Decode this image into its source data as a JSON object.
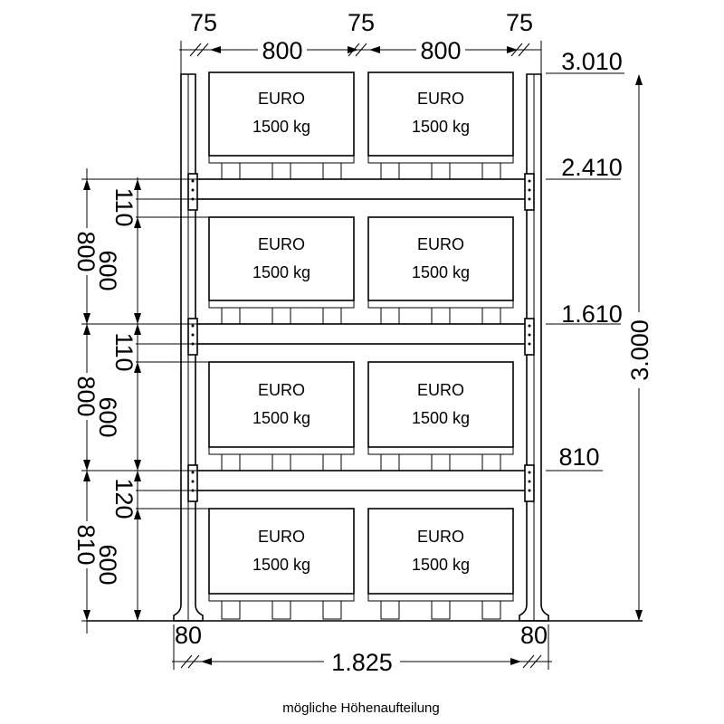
{
  "caption": "mögliche Höhenaufteilung",
  "top_dims": {
    "gap_left": "75",
    "pallet_left": "800",
    "gap_mid": "75",
    "pallet_right": "800",
    "gap_right": "75"
  },
  "level_heights": {
    "top": "3.010",
    "l3": "2.410",
    "l2": "1.610",
    "l1": "810"
  },
  "total_height": "3.000",
  "left_dims": {
    "beam_3": "110",
    "clear_3": "600",
    "pitch_3": "800",
    "beam_2": "110",
    "clear_2": "600",
    "pitch_2": "800",
    "beam_1": "120",
    "clear_1": "600",
    "pitch_1": "810"
  },
  "bottom_dims": {
    "upright_left": "80",
    "total_width": "1.825",
    "upright_right": "80"
  },
  "pallets": [
    {
      "type": "EURO",
      "load": "1500 kg"
    },
    {
      "type": "EURO",
      "load": "1500 kg"
    },
    {
      "type": "EURO",
      "load": "1500 kg"
    },
    {
      "type": "EURO",
      "load": "1500 kg"
    },
    {
      "type": "EURO",
      "load": "1500 kg"
    },
    {
      "type": "EURO",
      "load": "1500 kg"
    },
    {
      "type": "EURO",
      "load": "1500 kg"
    },
    {
      "type": "EURO",
      "load": "1500 kg"
    }
  ]
}
